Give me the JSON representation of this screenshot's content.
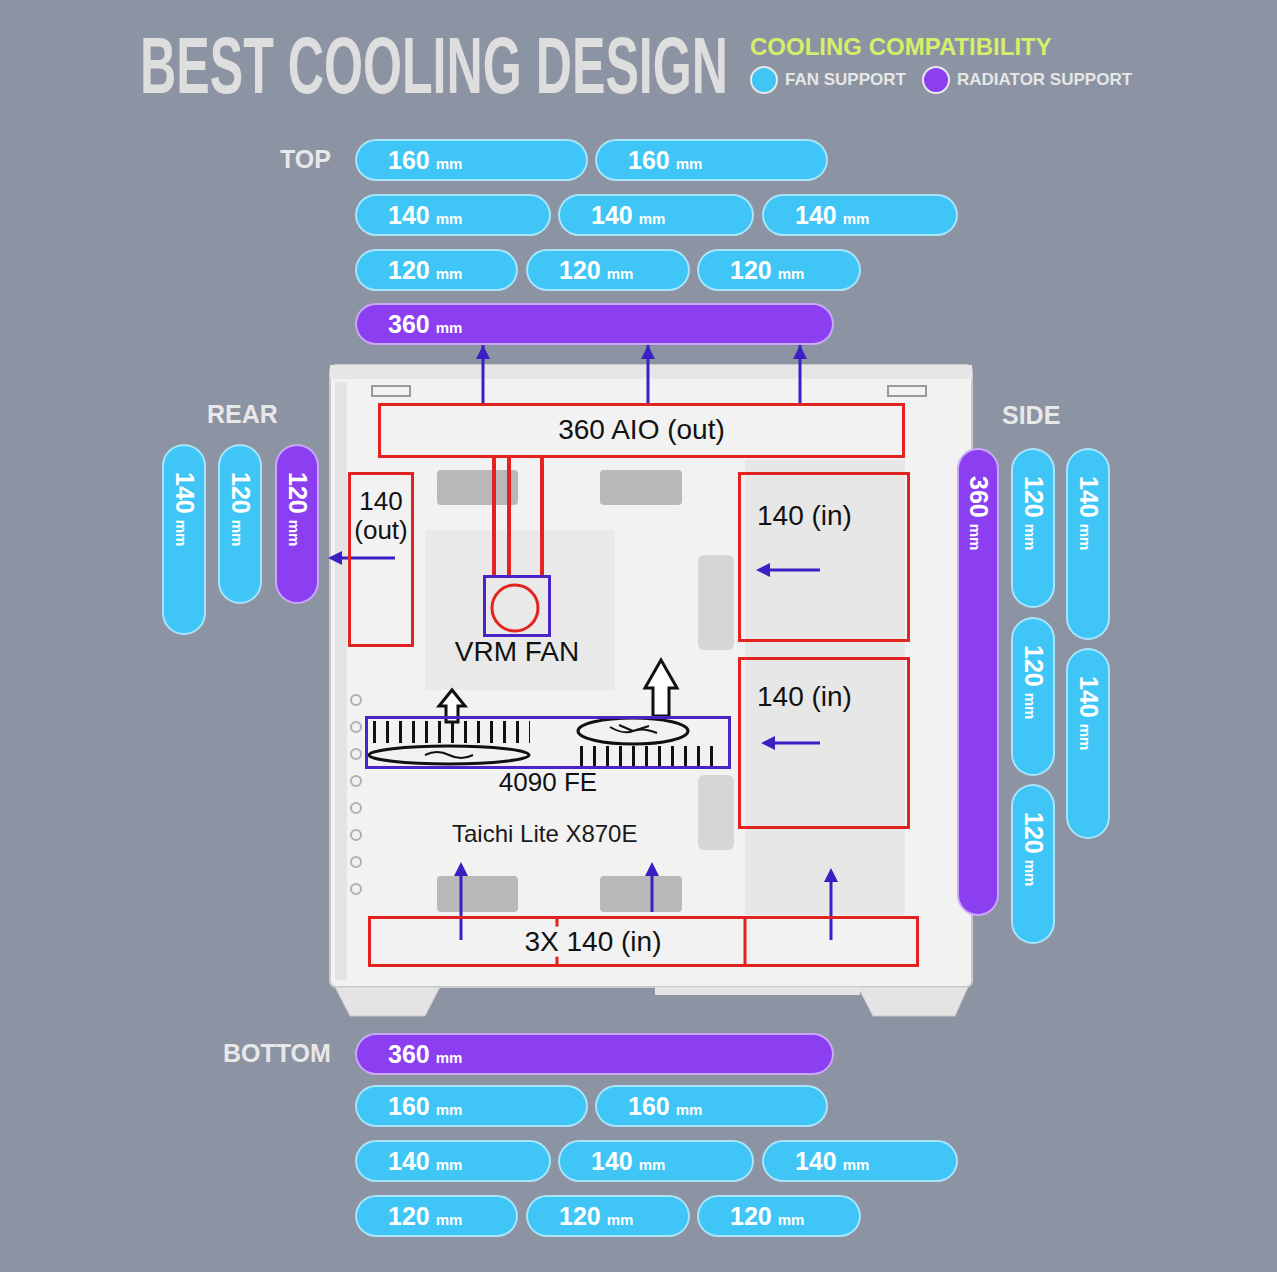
{
  "diagram": {
    "title": "BEST COOLING DESIGN",
    "nodes": [
      {
        "text": [
          "160",
          "mm"
        ]
      },
      {
        "text": [
          "160",
          "mm"
        ]
      },
      {
        "text": [
          "140",
          "mm"
        ]
      },
      {
        "text": [
          "140",
          "mm"
        ]
      },
      {
        "text": [
          "140",
          "mm"
        ]
      },
      {
        "text": [
          "120",
          "mm"
        ]
      },
      {
        "text": [
          "120",
          "mm"
        ]
      },
      {
        "text": [
          "120",
          "mm"
        ]
      },
      {
        "text": [
          "360",
          "mm"
        ]
      },
      {
        "text": [
          "360 AIO (out)"
        ]
      },
      {
        "text": [
          "140",
          "mm"
        ]
      },
      {
        "text": [
          "120",
          "mm"
        ]
      },
      {
        "text": [
          "120",
          "mm"
        ]
      },
      {
        "text": [
          "140 (out)"
        ]
      },
      {
        "text": [
          "140 (in)"
        ]
      },
      {
        "text": [
          "360",
          "mm"
        ]
      },
      {
        "text": [
          "120",
          "mm"
        ]
      },
      {
        "text": [
          "140",
          "mm"
        ]
      },
      {
        "text": [
          "120",
          "mm"
        ]
      },
      {
        "text": [
          "140",
          "mm"
        ]
      },
      {
        "text": [
          "120",
          "mm"
        ]
      },
      {
        "text": [
          "VRM FAN"
        ]
      },
      {
        "text": [
          "140 (in)"
        ]
      },
      {
        "text": [
          "4090 FE"
        ]
      },
      {
        "text": [
          "3X 140 (in)"
        ]
      },
      {
        "text": [
          "360",
          "mm"
        ]
      },
      {
        "text": [
          "160",
          "mm"
        ]
      },
      {
        "text": [
          "160",
          "mm"
        ]
      },
      {
        "text": [
          "140",
          "mm"
        ]
      },
      {
        "text": [
          "140",
          "mm"
        ]
      },
      {
        "text": [
          "140",
          "mm"
        ]
      },
      {
        "text": [
          "120",
          "mm"
        ]
      },
      {
        "text": [
          "120",
          "mm"
        ]
      },
      {
        "text": [
          "120",
          "mm"
        ]
      }
    ],
    "edges": [
      {
        "from": 9,
        "to": 8,
        "arrow": "to"
      },
      {
        "from": 9,
        "to": 8,
        "arrow": "to"
      },
      {
        "from": 9,
        "to": 8,
        "arrow": "to"
      },
      {
        "from": 9,
        "to": 21,
        "arrow": "none"
      },
      {
        "from": 9,
        "to": 21,
        "arrow": "none"
      },
      {
        "from": 9,
        "to": 21,
        "arrow": "none"
      }
    ],
    "labels": [
      "COOLING COMPATIBILITY",
      "TOP",
      "REAR",
      "SIDE",
      "BOTTOM",
      "Taichi Lite X870E"
    ],
    "legend": [
      {
        "text": "FAN SUPPORT",
        "color": "#3fc6f6"
      },
      {
        "text": "RADIATOR SUPPORT",
        "color": "#8b3ff0"
      }
    ]
  }
}
